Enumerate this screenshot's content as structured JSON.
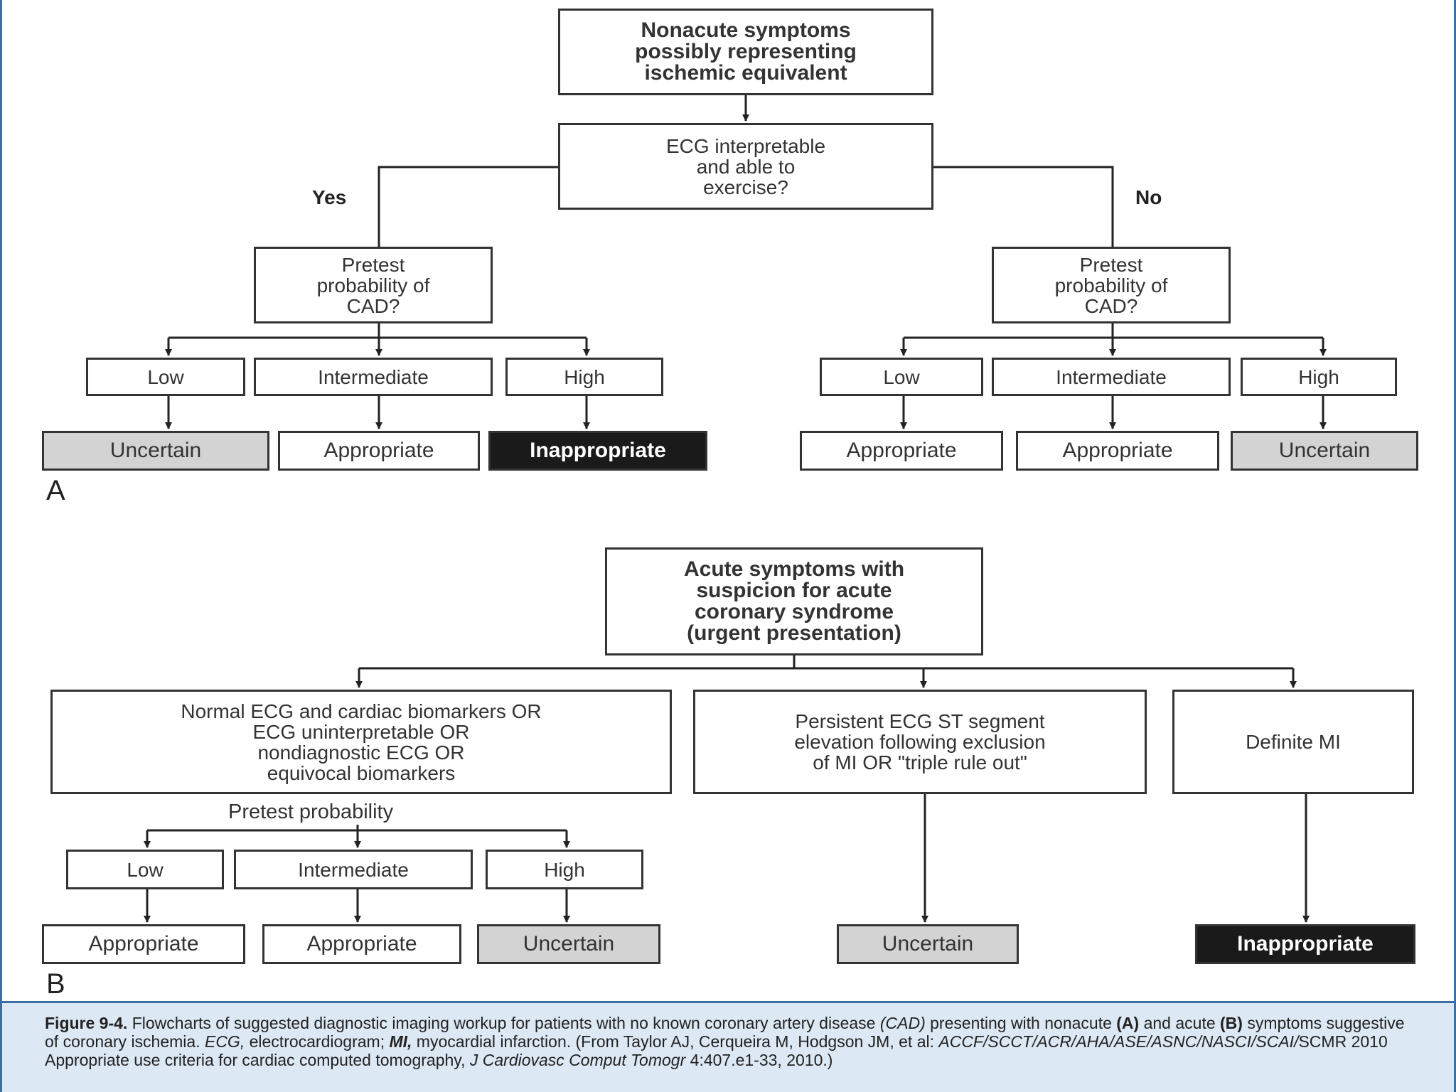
{
  "panel_a": {
    "root": "Nonacute symptoms\npossibly representing\nischemic equivalent",
    "question": "ECG interpretable\nand able to\nexercise?",
    "yes_label": "Yes",
    "no_label": "No",
    "pretest_left": "Pretest\nprobability of\nCAD?",
    "pretest_right": "Pretest\nprobability of\nCAD?",
    "levels_left": [
      "Low",
      "Intermediate",
      "High"
    ],
    "levels_right": [
      "Low",
      "Intermediate",
      "High"
    ],
    "results_left": [
      "Uncertain",
      "Appropriate",
      "Inappropriate"
    ],
    "results_right": [
      "Appropriate",
      "Appropriate",
      "Uncertain"
    ],
    "letter": "A"
  },
  "panel_b": {
    "root": "Acute symptoms with\nsuspicion for acute\ncoronary syndrome\n(urgent presentation)",
    "branch_left": "Normal ECG and cardiac biomarkers OR\nECG uninterpretable OR\nnondiagnostic ECG OR\nequivocal biomarkers",
    "branch_mid": "Persistent ECG ST segment\nelevation following exclusion\nof MI OR \"triple rule out\"",
    "branch_right": "Definite MI",
    "pretest_label": "Pretest probability",
    "levels": [
      "Low",
      "Intermediate",
      "High"
    ],
    "results_left": [
      "Appropriate",
      "Appropriate",
      "Uncertain"
    ],
    "result_mid": "Uncertain",
    "result_right": "Inappropriate",
    "letter": "B"
  },
  "caption": {
    "fig_label": "Figure 9-4.",
    "p1": " Flowcharts of suggested diagnostic imaging workup for patients with no known coronary artery disease ",
    "cad_abbr": "(CAD)",
    "p2": " presenting with nonacute ",
    "a_ref": "(A)",
    "p3": " and acute ",
    "b_ref": "(B)",
    "p4": " symptoms suggestive of coronary ischemia. ",
    "ecg_abbr": "ECG,",
    "p5": " electrocardiogram; ",
    "mi_abbr": "MI,",
    "p6": " myocardial infarction. (From Taylor AJ, Cerqueira M, Hodgson JM, et al: ",
    "citation_italic": "ACCF/SCCT/ACR/AHA/ASE/ASNC/NASCI/SCAI/",
    "p7": "SCMR 2010 Appropriate use criteria for cardiac computed tomography, ",
    "journal": "J Cardiovasc Comput Tomogr",
    "p8": " 4:407.e1-33, 2010.)"
  },
  "colors": {
    "uncertain_fill": "#d3d3d3",
    "inappropriate_fill": "#1a1a1a",
    "caption_bg": "#dce8f3",
    "frame_blue": "#3a6ea5"
  }
}
